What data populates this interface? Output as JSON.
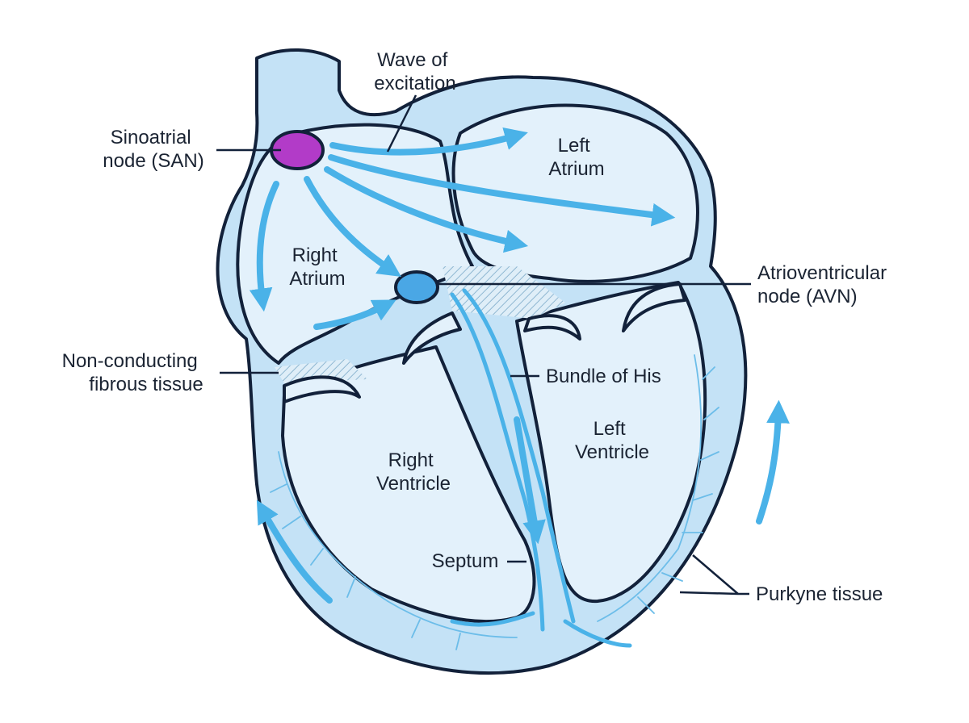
{
  "colors": {
    "outline": "#12213a",
    "wall_fill": "#c4e2f6",
    "chamber_fill": "#e3f1fb",
    "conduction_blue": "#4ab2e8",
    "san_node": "#b23bc8",
    "avn_node": "#4aa7e5"
  },
  "labels": {
    "wave_of_excitation": [
      "Wave of",
      "excitation"
    ],
    "sinoatrial_node": [
      "Sinoatrial",
      "node (SAN)"
    ],
    "left_atrium": [
      "Left",
      "Atrium"
    ],
    "right_atrium": [
      "Right",
      "Atrium"
    ],
    "atrioventricular_node": [
      "Atrioventricular",
      "node (AVN)"
    ],
    "non_conducting_fibrous_tissue": [
      "Non-conducting",
      "fibrous tissue"
    ],
    "bundle_of_his": "Bundle of His",
    "left_ventricle": [
      "Left",
      "Ventricle"
    ],
    "right_ventricle": [
      "Right",
      "Ventricle"
    ],
    "septum": "Septum",
    "purkyne_tissue": "Purkyne tissue"
  }
}
